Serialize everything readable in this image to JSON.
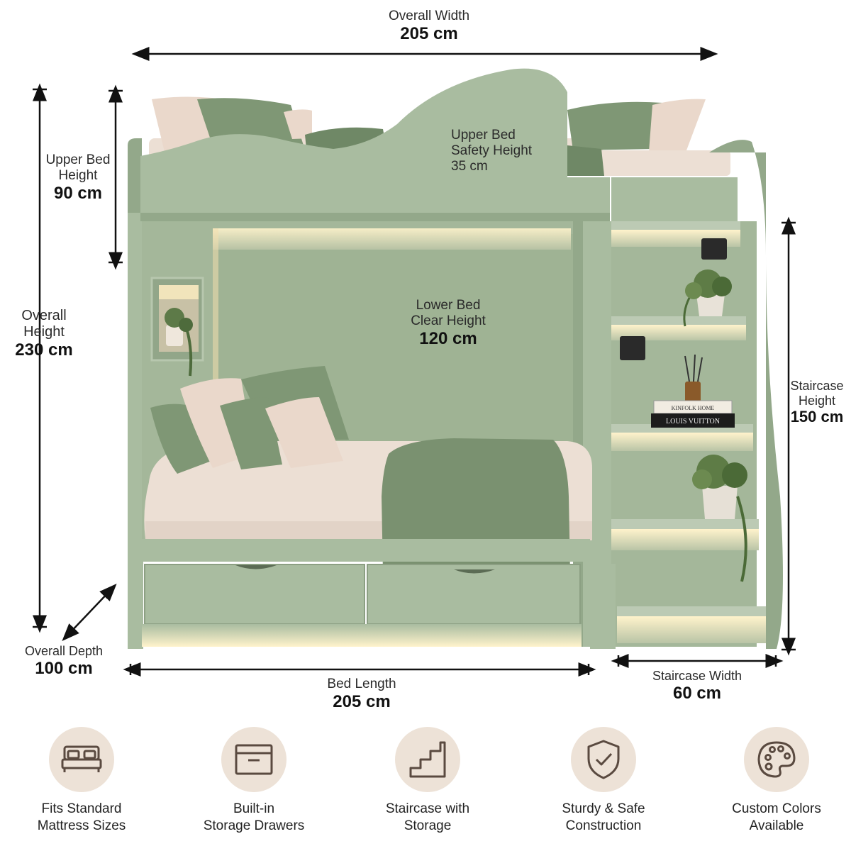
{
  "dimensions": {
    "overall_width": {
      "label": "Overall Width",
      "value": "205 cm"
    },
    "upper_bed_height": {
      "label": "Upper Bed\nHeight",
      "value": "90 cm"
    },
    "overall_height": {
      "label": "Overall\nHeight",
      "value": "230 cm"
    },
    "upper_safety": {
      "label": "Upper Bed\nSafety Height",
      "value": "35 cm"
    },
    "lower_clear": {
      "label": "Lower Bed\nClear Height",
      "value": "120 cm"
    },
    "staircase_height": {
      "label": "Staircase\nHeight",
      "value": "150 cm"
    },
    "overall_depth": {
      "label": "Overall Depth",
      "value": "100 cm"
    },
    "bed_length": {
      "label": "Bed Length",
      "value": "205 cm"
    },
    "staircase_width": {
      "label": "Staircase Width",
      "value": "60 cm"
    }
  },
  "product_text": {
    "book_top": "KINFOLK HOME",
    "book_bottom": "LOUIS VUITTON"
  },
  "features": [
    {
      "icon": "bed-icon",
      "caption": "Fits Standard\nMattress Sizes"
    },
    {
      "icon": "drawer-icon",
      "caption": "Built-in\nStorage Drawers"
    },
    {
      "icon": "stairs-icon",
      "caption": "Staircase with\nStorage"
    },
    {
      "icon": "shield-check-icon",
      "caption": "Sturdy & Safe\nConstruction"
    },
    {
      "icon": "palette-icon",
      "caption": "Custom Colors\nAvailable"
    }
  ],
  "colors": {
    "frame": "#a9bca0",
    "frame_dark": "#93a88a",
    "mattress": "#ecdfd4",
    "pillow_green": "#7f9775",
    "pillow_cream": "#ead8cb",
    "led": "#fce6ad",
    "icon_bg": "#ede2d7",
    "icon_stroke": "#5a4a40"
  }
}
